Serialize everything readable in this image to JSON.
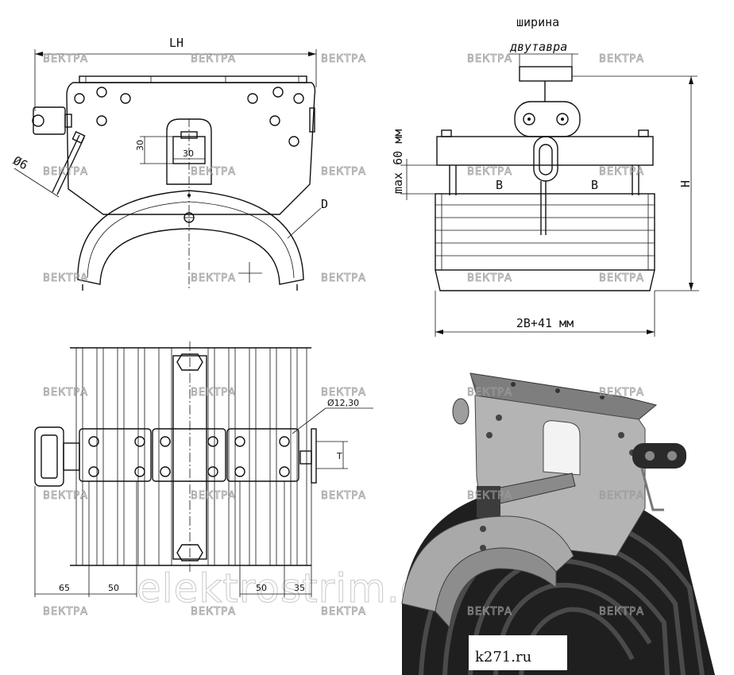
{
  "watermark": {
    "brand": "ВЕКТРА",
    "site": "elektrostrim.com",
    "credit": "k271.ru"
  },
  "front_view": {
    "width_label": "LH",
    "diameter_label": "Ø6",
    "arc_label": "D",
    "slot_h": "30",
    "slot_w": "30"
  },
  "side_view": {
    "beam_label_line1": "ширина",
    "beam_label_line2": "двутавра",
    "gap_label": "max 60 мм",
    "height_label": "H",
    "section_label_1": "B",
    "section_label_2": "B",
    "width_label": "2B+41 мм"
  },
  "top_view": {
    "hole_label": "Ø12,30",
    "offset_label": "T",
    "dim_1": "65",
    "dim_2": "50",
    "dim_3": "50",
    "dim_4": "35"
  },
  "colors": {
    "line": "#111111",
    "watermark": "#9a9a9a",
    "body_fill": "#f4f4f4",
    "photo_plate": "#b4b4b4",
    "photo_cable": "#2b2b2b"
  }
}
